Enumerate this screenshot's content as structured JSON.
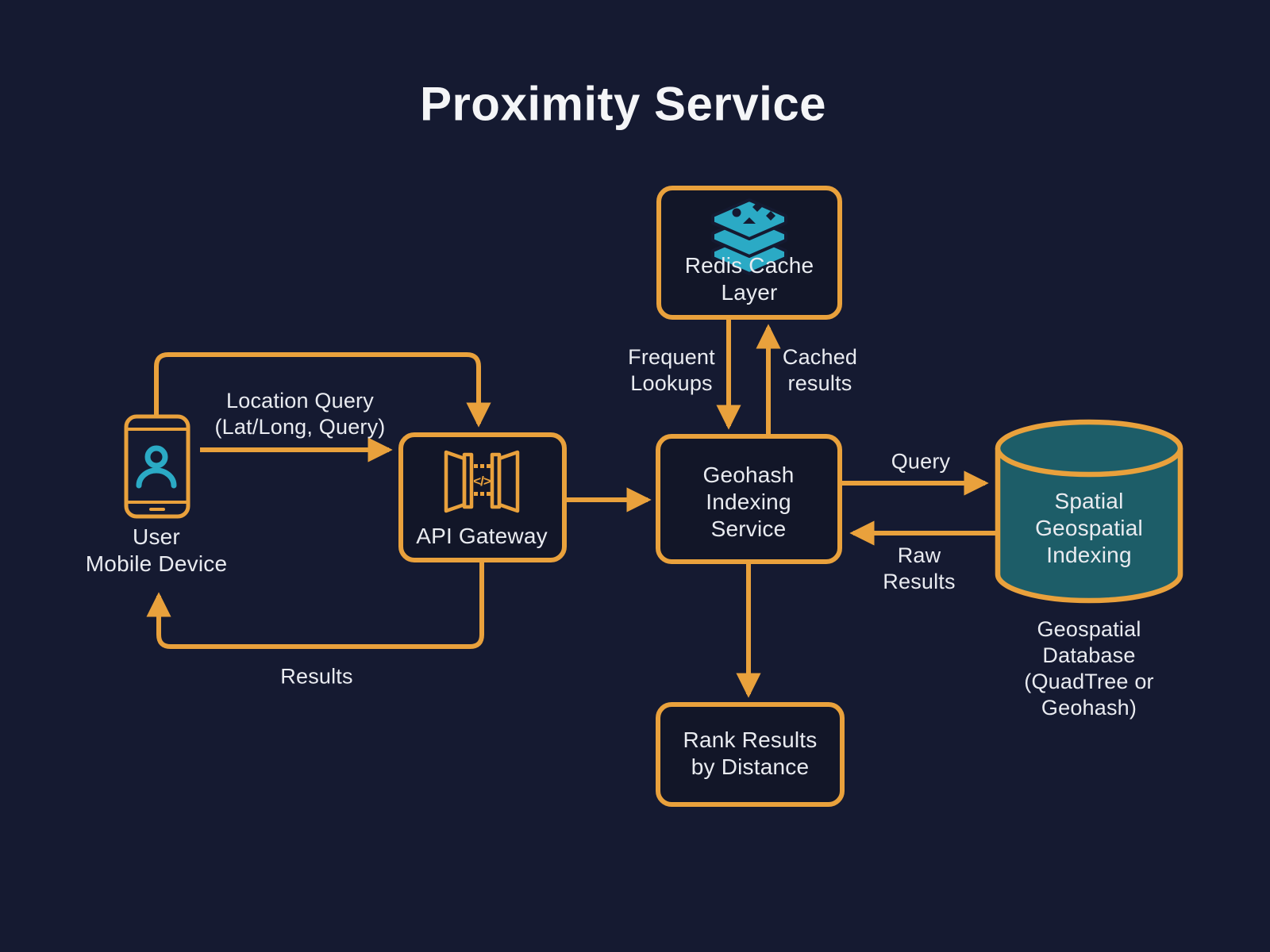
{
  "title": "Proximity Service",
  "colors": {
    "background": "#151a31",
    "accent_orange": "#e9a13c",
    "teal": "#2baac5",
    "cylinder_fill": "#1d5d68",
    "text": "#e9ebf0"
  },
  "nodes": {
    "user_device": {
      "label": "User\nMobile Device",
      "icon": "mobile-user-icon"
    },
    "api_gateway": {
      "label": "API Gateway",
      "icon": "api-gateway-icon",
      "icon_glyph": "</>"
    },
    "redis_cache": {
      "label": "Redis Cache\nLayer",
      "icon": "redis-icon"
    },
    "geohash_service": {
      "label": "Geohash\nIndexing\nService"
    },
    "rank_results": {
      "label": "Rank Results\nby Distance"
    },
    "spatial_db": {
      "label": "Spatial\nGeospatial\nIndexing",
      "caption": "Geospatial\nDatabase\n(QuadTree or\nGeohash)",
      "icon": "database-cylinder"
    }
  },
  "edges": {
    "location_query": {
      "label": "Location Query\n(Lat/Long, Query)",
      "from": "user_device",
      "to": "api_gateway"
    },
    "device_to_gateway_loop": {
      "label": "",
      "from": "user_device",
      "to": "api_gateway"
    },
    "gateway_to_geohash": {
      "label": "",
      "from": "api_gateway",
      "to": "geohash_service"
    },
    "results": {
      "label": "Results",
      "from": "api_gateway",
      "to": "user_device"
    },
    "frequent_lookups": {
      "label": "Frequent\nLookups",
      "from": "redis_cache",
      "to": "geohash_service"
    },
    "cached_results": {
      "label": "Cached\nresults",
      "from": "geohash_service",
      "to": "redis_cache"
    },
    "query": {
      "label": "Query",
      "from": "geohash_service",
      "to": "spatial_db"
    },
    "raw_results": {
      "label": "Raw\nResults",
      "from": "spatial_db",
      "to": "geohash_service"
    },
    "rank": {
      "label": "",
      "from": "geohash_service",
      "to": "rank_results"
    }
  }
}
